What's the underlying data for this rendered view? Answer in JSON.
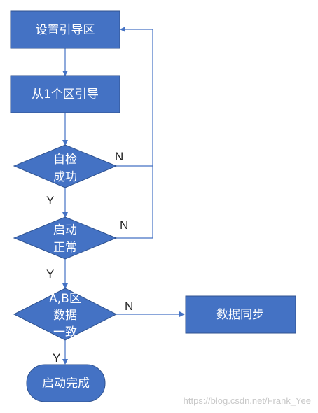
{
  "nodes": {
    "set_boot_zone": {
      "label": "设置引导区"
    },
    "boot_from_zone1": {
      "label": "从1个区引导"
    },
    "self_check": {
      "lines": [
        "自检",
        "成功"
      ]
    },
    "startup_normal": {
      "lines": [
        "启动",
        "正常"
      ]
    },
    "ab_consistent": {
      "lines": [
        "A,B区",
        "数据",
        "一致"
      ]
    },
    "data_sync": {
      "label": "数据同步"
    },
    "startup_done": {
      "label": "启动完成"
    }
  },
  "edge_labels": {
    "self_check_no": "N",
    "self_check_yes": "Y",
    "startup_no": "N",
    "startup_yes": "Y",
    "consistent_no": "N",
    "consistent_yes": "Y"
  },
  "watermark": "https://blog.csdn.net/Frank_Yee",
  "colors": {
    "node_fill": "#4472c4",
    "node_stroke": "#2f528f",
    "edge": "#4472c4",
    "node_text": "#ffffff"
  }
}
